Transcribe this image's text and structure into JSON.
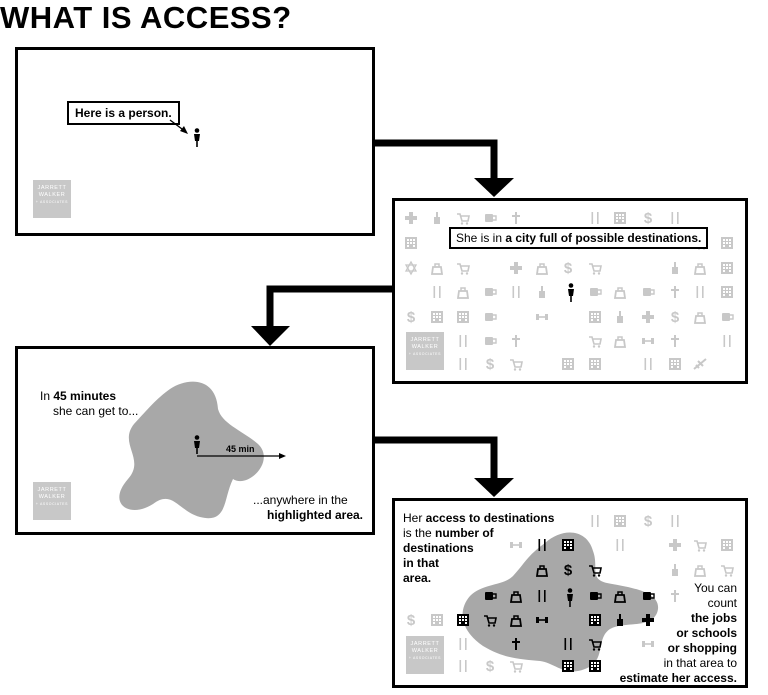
{
  "title": "WHAT IS ACCESS?",
  "logo": {
    "line1": "JARRETT",
    "line2": "WALKER",
    "line3": "+ ASSOCIATES"
  },
  "panel1": {
    "bubble": "Here is a person."
  },
  "panel2": {
    "bubble_pre": "She is in ",
    "bubble_bold": "a city full of possible destinations."
  },
  "panel3": {
    "pre": "In ",
    "bold": "45 minutes",
    "line2": "she can get to...",
    "ring_label": "45 min",
    "end1": "...anywhere in the",
    "end2": "highlighted area."
  },
  "panel4": {
    "left_l1_pre": "Her ",
    "left_l1_bold": "access to destinations",
    "left_l2_pre": "is the ",
    "left_l2_bold": "number of",
    "left_l3": "destinations",
    "left_l4": "in that",
    "left_l5": "area.",
    "right_l1": "You can",
    "right_l2": "count",
    "right_l3": "the jobs",
    "right_l4": "or schools",
    "right_l5": "or shopping",
    "right_l6": "in that area to",
    "right_l7": "estimate her access."
  },
  "colors": {
    "gray": "#c8c8c8",
    "area": "#a8a8a8",
    "black": "#000000"
  }
}
